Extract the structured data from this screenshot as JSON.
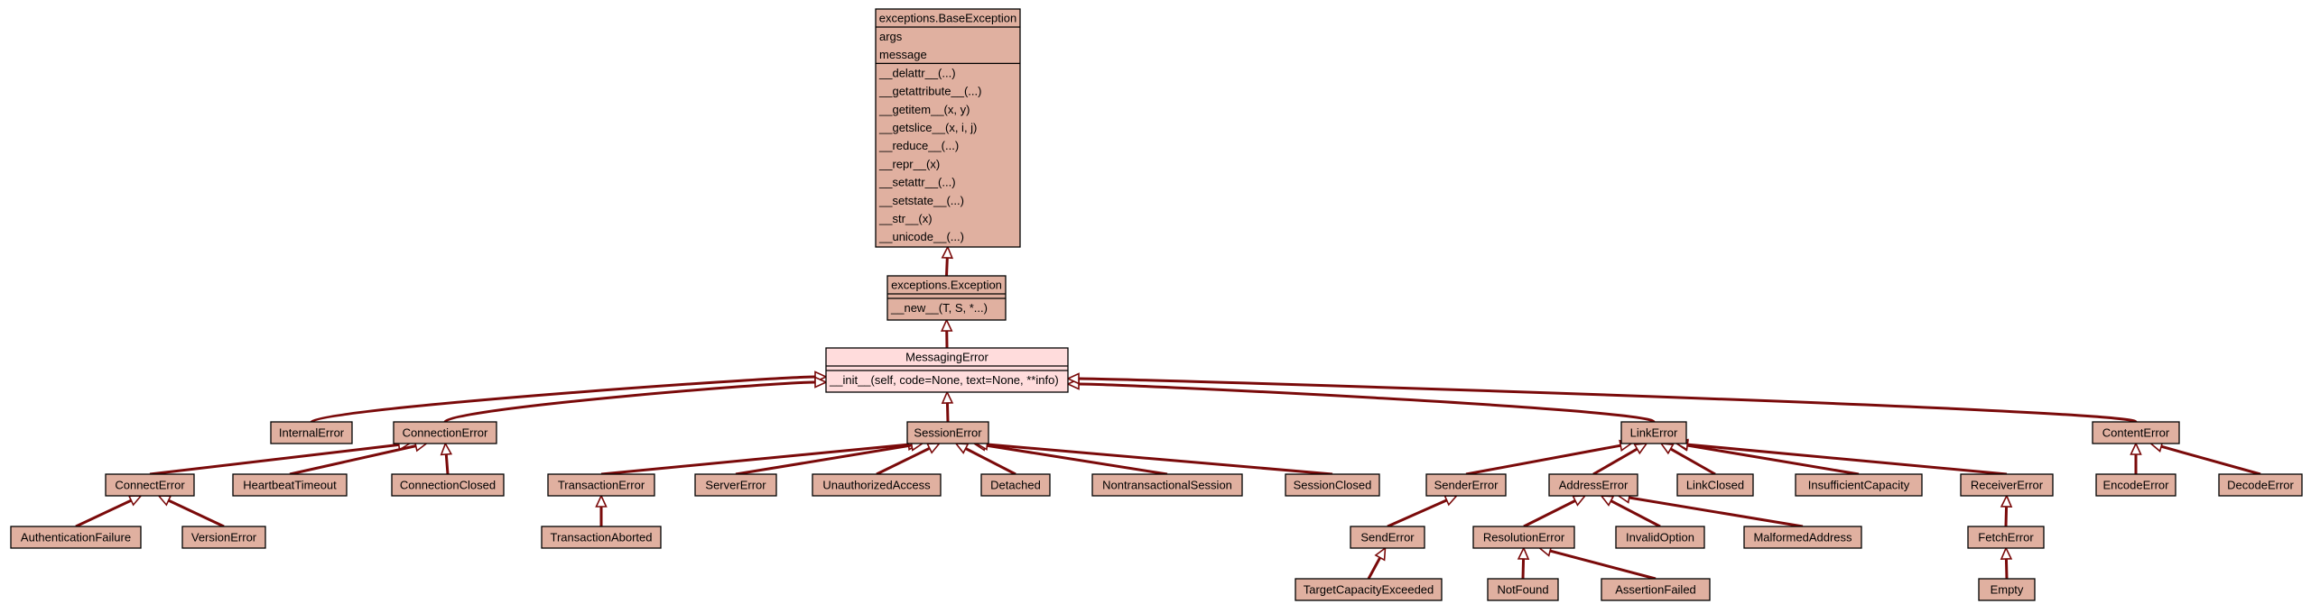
{
  "diagram": {
    "nodes": [
      {
        "id": "base",
        "title": "exceptions.BaseException",
        "attrs": [
          "args",
          "message"
        ],
        "methods": [
          "__delattr__(...)",
          "__getattribute__(...)",
          "__getitem__(x, y)",
          "__getslice__(x, i, j)",
          "__reduce__(...)",
          "__repr__(x)",
          "__setattr__(...)",
          "__setstate__(...)",
          "__str__(x)",
          "__unicode__(...)"
        ]
      },
      {
        "id": "exception",
        "title": "exceptions.Exception",
        "attrs": [],
        "methods": [
          "__new__(T, S, *...)"
        ]
      },
      {
        "id": "messaging",
        "title": "MessagingError",
        "attrs": [],
        "methods": [
          "__init__(self, code=None, text=None, **info)"
        ],
        "highlight": true
      },
      {
        "id": "internal",
        "title": "InternalError"
      },
      {
        "id": "connection",
        "title": "ConnectionError"
      },
      {
        "id": "session",
        "title": "SessionError"
      },
      {
        "id": "link",
        "title": "LinkError"
      },
      {
        "id": "content",
        "title": "ContentError"
      },
      {
        "id": "connect",
        "title": "ConnectError"
      },
      {
        "id": "heartbeat",
        "title": "HeartbeatTimeout"
      },
      {
        "id": "connclosed",
        "title": "ConnectionClosed"
      },
      {
        "id": "transaction",
        "title": "TransactionError"
      },
      {
        "id": "server",
        "title": "ServerError"
      },
      {
        "id": "unauthorized",
        "title": "UnauthorizedAccess"
      },
      {
        "id": "detached",
        "title": "Detached"
      },
      {
        "id": "nontrans",
        "title": "NontransactionalSession"
      },
      {
        "id": "sessclosed",
        "title": "SessionClosed"
      },
      {
        "id": "sender",
        "title": "SenderError"
      },
      {
        "id": "address",
        "title": "AddressError"
      },
      {
        "id": "linkclosed",
        "title": "LinkClosed"
      },
      {
        "id": "insufficient",
        "title": "InsufficientCapacity"
      },
      {
        "id": "receiver",
        "title": "ReceiverError"
      },
      {
        "id": "encode",
        "title": "EncodeError"
      },
      {
        "id": "decode",
        "title": "DecodeError"
      },
      {
        "id": "authfail",
        "title": "AuthenticationFailure"
      },
      {
        "id": "version",
        "title": "VersionError"
      },
      {
        "id": "aborted",
        "title": "TransactionAborted"
      },
      {
        "id": "send",
        "title": "SendError"
      },
      {
        "id": "resolution",
        "title": "ResolutionError"
      },
      {
        "id": "invalid",
        "title": "InvalidOption"
      },
      {
        "id": "malformed",
        "title": "MalformedAddress"
      },
      {
        "id": "fetch",
        "title": "FetchError"
      },
      {
        "id": "target",
        "title": "TargetCapacityExceeded"
      },
      {
        "id": "notfound",
        "title": "NotFound"
      },
      {
        "id": "assertion",
        "title": "AssertionFailed"
      },
      {
        "id": "empty",
        "title": "Empty"
      }
    ],
    "edges": [
      {
        "from": "exception",
        "to": "base"
      },
      {
        "from": "messaging",
        "to": "exception"
      },
      {
        "from": "internal",
        "to": "messaging"
      },
      {
        "from": "connection",
        "to": "messaging"
      },
      {
        "from": "session",
        "to": "messaging"
      },
      {
        "from": "link",
        "to": "messaging"
      },
      {
        "from": "content",
        "to": "messaging"
      },
      {
        "from": "connect",
        "to": "connection"
      },
      {
        "from": "heartbeat",
        "to": "connection"
      },
      {
        "from": "connclosed",
        "to": "connection"
      },
      {
        "from": "authfail",
        "to": "connect"
      },
      {
        "from": "version",
        "to": "connect"
      },
      {
        "from": "transaction",
        "to": "session"
      },
      {
        "from": "server",
        "to": "session"
      },
      {
        "from": "unauthorized",
        "to": "session"
      },
      {
        "from": "detached",
        "to": "session"
      },
      {
        "from": "nontrans",
        "to": "session"
      },
      {
        "from": "sessclosed",
        "to": "session"
      },
      {
        "from": "aborted",
        "to": "transaction"
      },
      {
        "from": "sender",
        "to": "link"
      },
      {
        "from": "address",
        "to": "link"
      },
      {
        "from": "linkclosed",
        "to": "link"
      },
      {
        "from": "insufficient",
        "to": "link"
      },
      {
        "from": "receiver",
        "to": "link"
      },
      {
        "from": "send",
        "to": "sender"
      },
      {
        "from": "target",
        "to": "send"
      },
      {
        "from": "resolution",
        "to": "address"
      },
      {
        "from": "invalid",
        "to": "address"
      },
      {
        "from": "malformed",
        "to": "address"
      },
      {
        "from": "notfound",
        "to": "resolution"
      },
      {
        "from": "assertion",
        "to": "resolution"
      },
      {
        "from": "fetch",
        "to": "receiver"
      },
      {
        "from": "empty",
        "to": "fetch"
      },
      {
        "from": "encode",
        "to": "content"
      },
      {
        "from": "decode",
        "to": "content"
      }
    ]
  }
}
